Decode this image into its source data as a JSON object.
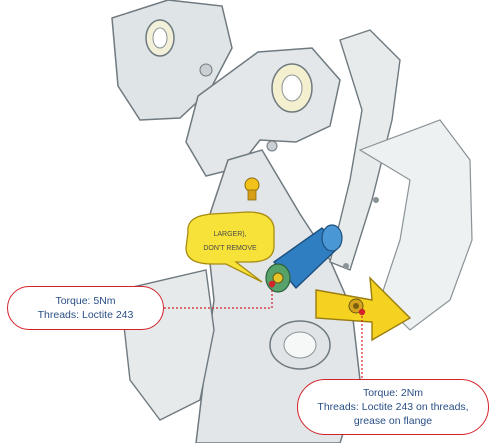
{
  "speech_bubble": {
    "line1": "LARGER),",
    "line2": "DON'T REMOVE"
  },
  "callouts": [
    {
      "torque": "Torque: 5Nm",
      "threads": "Threads: Loctite 243",
      "extra": ""
    },
    {
      "torque": "Torque: 2Nm",
      "threads": "Threads: Loctite 243 on threads,",
      "extra": "grease on flange"
    }
  ],
  "colors": {
    "callout_border": "#d2232a",
    "callout_text": "#2a4f86",
    "frame": "#dfe4e6",
    "frame_outline": "#6f7a80",
    "speech_bubble": "#f7e23a",
    "arrow": "#f4d21f",
    "bolt_blue": "#2f7ec2",
    "leader_line": "#d2232a"
  }
}
